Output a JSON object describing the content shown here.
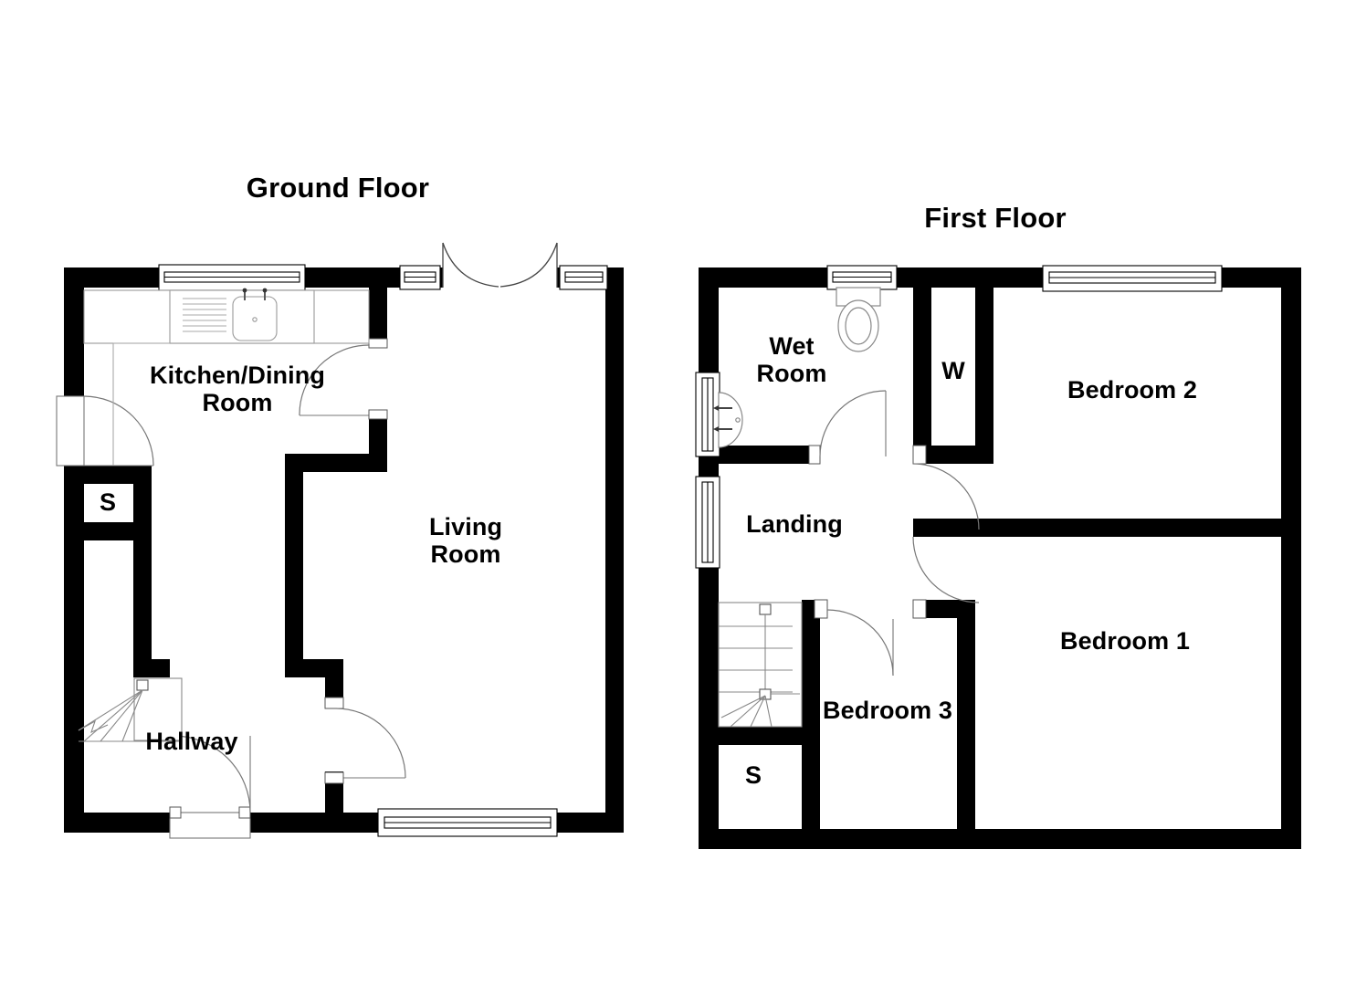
{
  "document": {
    "type": "floor-plan",
    "background_color": "#ffffff",
    "line_color": "#000000",
    "wall_color": "#000000"
  },
  "floors": [
    {
      "id": "ground",
      "title": "Ground Floor",
      "rooms": [
        {
          "key": "kitchen_dining",
          "label": "Kitchen/Dining\nRoom"
        },
        {
          "key": "living",
          "label": "Living\nRoom"
        },
        {
          "key": "hallway",
          "label": "Hallway"
        },
        {
          "key": "store",
          "label": "S"
        }
      ],
      "fixtures": [
        "kitchen-sink",
        "draining-board",
        "staircase",
        "front-door",
        "back-door",
        "french-doors"
      ],
      "windows": 4
    },
    {
      "id": "first",
      "title": "First Floor",
      "rooms": [
        {
          "key": "wet_room",
          "label": "Wet\nRoom"
        },
        {
          "key": "wardrobe",
          "label": "W"
        },
        {
          "key": "bedroom2",
          "label": "Bedroom 2"
        },
        {
          "key": "landing",
          "label": "Landing"
        },
        {
          "key": "bedroom3",
          "label": "Bedroom 3"
        },
        {
          "key": "bedroom1",
          "label": "Bedroom 1"
        },
        {
          "key": "store",
          "label": "S"
        }
      ],
      "fixtures": [
        "toilet",
        "wash-basin",
        "staircase"
      ],
      "windows": 4
    }
  ]
}
